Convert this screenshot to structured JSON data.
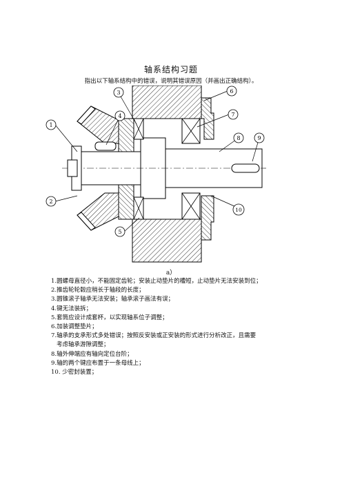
{
  "document": {
    "title": "轴系结构习题",
    "subtitle": "指出以下轴系结构中的错误，说明其错误原因（并画出正确结构）。",
    "figure_caption": "a）",
    "callouts": [
      "1",
      "2",
      "3",
      "4",
      "5",
      "6",
      "7",
      "8",
      "9",
      "10"
    ],
    "notes": [
      "1.圆螺母直径小，不能固定齿轮；安装止动垫片的槽短，止动垫片无法安装到位；",
      "2.推齿轮轮毂应稍长于轴段的长度；",
      "3.圆锥滚子轴承无法安装；轴承滚子画法有误；",
      "4.键无法装拆；",
      "5.套筒应设计成套杯，以实现轴系位子调整；",
      "6.加装调整垫片；",
      "7.轴承的支承形式多处错误；按照反安装或正安装的形式进行分析改正，且需要",
      "考虑轴承游隙调整；",
      "8.轴外伸端应有轴向定位台阶；",
      "9.轴的两个键应布置于一条母线上；",
      "10. 少密封装置；"
    ]
  }
}
